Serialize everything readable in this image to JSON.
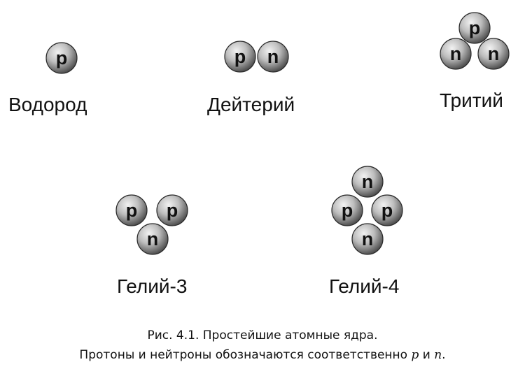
{
  "nuclei": [
    {
      "name": "hydrogen",
      "label": "Водород",
      "particles": [
        "p"
      ]
    },
    {
      "name": "deuterium",
      "label": "Дейтерий",
      "particles": [
        "p",
        "n"
      ]
    },
    {
      "name": "tritium",
      "label": "Тритий",
      "particles": [
        "p",
        "n",
        "n"
      ]
    },
    {
      "name": "helium-3",
      "label": "Гелий-3",
      "particles": [
        "p",
        "p",
        "n"
      ]
    },
    {
      "name": "helium-4",
      "label": "Гелий-4",
      "particles": [
        "n",
        "p",
        "p",
        "n"
      ]
    }
  ],
  "caption": {
    "line1": "Рис. 4.1. Простейшие атомные ядра.",
    "line2_prefix": "Протоны и нейтроны обозначаются соответственно ",
    "p_symbol": "p",
    "conjunction": " и ",
    "n_symbol": "n",
    "period": "."
  },
  "colors": {
    "particle_fill_light": "#d6d6d6",
    "particle_fill_dark": "#4a4a4a",
    "text": "#111111"
  }
}
